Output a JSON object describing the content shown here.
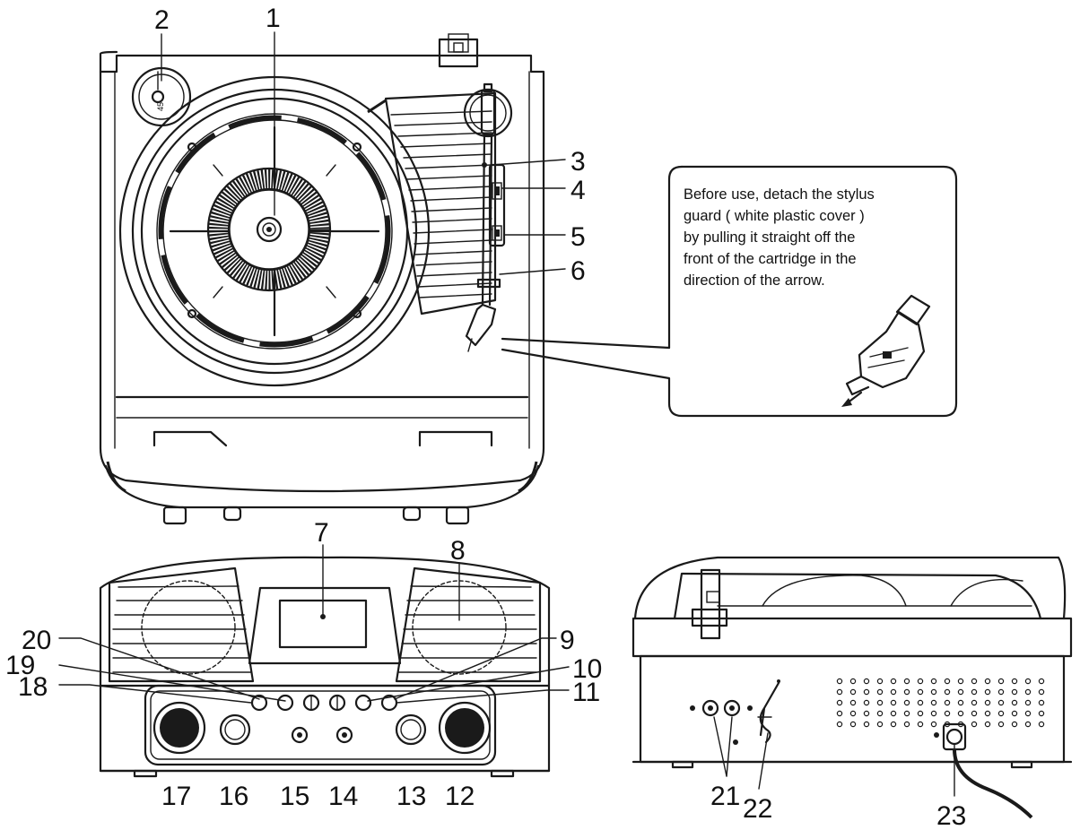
{
  "callout": {
    "lines": [
      "Before use,  detach the stylus",
      "guard  (  white plastic cover  )",
      "by pulling it straight off the",
      "front of the cartridge in the",
      "direction of the arrow."
    ]
  },
  "labels": {
    "l1": "1",
    "l2": "2",
    "l3": "3",
    "l4": "4",
    "l5": "5",
    "l6": "6",
    "l7": "7",
    "l8": "8",
    "l9": "9",
    "l10": "10",
    "l11": "11",
    "l12": "12",
    "l13": "13",
    "l14": "14",
    "l15": "15",
    "l16": "16",
    "l17": "17",
    "l18": "18",
    "l19": "19",
    "l20": "20",
    "l21": "21",
    "l22": "22",
    "l23": "23"
  },
  "speed_selector": {
    "mark": "45"
  },
  "icons": {
    "stylus-cartridge": "stylus-cartridge-icon",
    "arrow": "arrow-down-left-icon"
  }
}
